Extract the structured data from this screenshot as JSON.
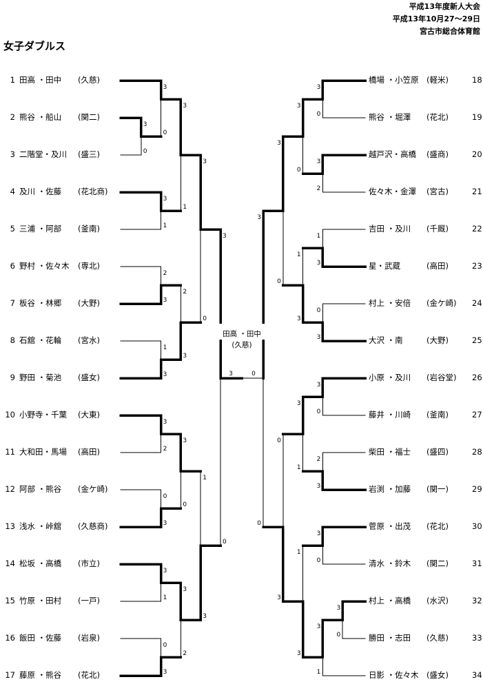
{
  "header": {
    "event": "平成13年度新人大会",
    "dates": "平成13年10月27～29日",
    "venue": "宮古市総合体育館"
  },
  "title": "女子ダブルス",
  "entries_left": [
    {
      "no": "1",
      "name": "田高 ・田中",
      "school": "(久慈)"
    },
    {
      "no": "2",
      "name": "熊谷 ・船山",
      "school": "(関二)"
    },
    {
      "no": "3",
      "name": "二階堂・及川",
      "school": "(盛三)"
    },
    {
      "no": "4",
      "name": "及川 ・佐藤",
      "school": "(花北商)"
    },
    {
      "no": "5",
      "name": "三浦 ・阿部",
      "school": "(釜南)"
    },
    {
      "no": "6",
      "name": "野村 ・佐々木",
      "school": "(専北)"
    },
    {
      "no": "7",
      "name": "板谷 ・林郷",
      "school": "(大野)"
    },
    {
      "no": "8",
      "name": "石舘 ・花輪",
      "school": "(宮水)"
    },
    {
      "no": "9",
      "name": "野田 ・菊池",
      "school": "(盛女)"
    },
    {
      "no": "10",
      "name": "小野寺・千葉",
      "school": "(大東)"
    },
    {
      "no": "11",
      "name": "大和田・馬場",
      "school": "(高田)"
    },
    {
      "no": "12",
      "name": "阿部 ・熊谷",
      "school": "(金ケ崎)"
    },
    {
      "no": "13",
      "name": "浅水 ・峠舘",
      "school": "(久慈商)"
    },
    {
      "no": "14",
      "name": "松坂 ・高橋",
      "school": "(市立)"
    },
    {
      "no": "15",
      "name": "竹原 ・田村",
      "school": "(一戸)"
    },
    {
      "no": "16",
      "name": "飯田 ・佐藤",
      "school": "(岩泉)"
    },
    {
      "no": "17",
      "name": "藤原 ・熊谷",
      "school": "(花北)"
    }
  ],
  "entries_right": [
    {
      "no": "18",
      "name": "橋場 ・小笠原",
      "school": "(軽米)"
    },
    {
      "no": "19",
      "name": "熊谷 ・堀澤",
      "school": "(花北)"
    },
    {
      "no": "20",
      "name": "越戸沢・高橋",
      "school": "(盛商)"
    },
    {
      "no": "21",
      "name": "佐々木・金澤",
      "school": "(宮古)"
    },
    {
      "no": "22",
      "name": "吉田 ・及川",
      "school": "(千厩)"
    },
    {
      "no": "23",
      "name": "星・武蔵",
      "school": "(高田)"
    },
    {
      "no": "24",
      "name": "村上 ・安倍",
      "school": "(金ケ崎)"
    },
    {
      "no": "25",
      "name": "大沢 ・南",
      "school": "(大野)"
    },
    {
      "no": "26",
      "name": "小原 ・及川",
      "school": "(岩谷堂)"
    },
    {
      "no": "27",
      "name": "藤井 ・川崎",
      "school": "(釜南)"
    },
    {
      "no": "28",
      "name": "柴田 ・福士",
      "school": "(盛四)"
    },
    {
      "no": "29",
      "name": "岩渕 ・加藤",
      "school": "(関一)"
    },
    {
      "no": "30",
      "name": "菅原 ・出茂",
      "school": "(花北)"
    },
    {
      "no": "31",
      "name": "清水 ・鈴木",
      "school": "(関二)"
    },
    {
      "no": "32",
      "name": "村上 ・高橋",
      "school": "(水沢)"
    },
    {
      "no": "33",
      "name": "勝田 ・志田",
      "school": "(久慈)"
    },
    {
      "no": "34",
      "name": "日影 ・佐々木",
      "school": "(盛女)"
    }
  ],
  "champion": {
    "name": "田高 ・田中",
    "school": "(久慈)"
  },
  "bracket": {
    "final": {
      "scores": [
        3,
        0
      ]
    },
    "left": {
      "scores": [
        3,
        0
      ],
      "children": [
        {
          "scores": [
            3,
            0
          ],
          "children": [
            {
              "scores": [
                3,
                1
              ],
              "children": [
                {
                  "scores": [
                    3,
                    0
                  ],
                  "children": [
                    {
                      "seed": 1
                    },
                    {
                      "scores": [
                        3,
                        0
                      ],
                      "children": [
                        {
                          "seed": 2
                        },
                        {
                          "seed": 3
                        }
                      ]
                    }
                  ]
                },
                {
                  "scores": [
                    3,
                    1
                  ],
                  "children": [
                    {
                      "seed": 4
                    },
                    {
                      "seed": 5
                    }
                  ]
                }
              ]
            },
            {
              "scores": [
                2,
                3
              ],
              "children": [
                {
                  "scores": [
                    2,
                    3
                  ],
                  "children": [
                    {
                      "seed": 6
                    },
                    {
                      "seed": 7
                    }
                  ]
                },
                {
                  "scores": [
                    1,
                    3
                  ],
                  "children": [
                    {
                      "seed": 8
                    },
                    {
                      "seed": 9
                    }
                  ]
                }
              ]
            }
          ]
        },
        {
          "scores": [
            1,
            3
          ],
          "children": [
            {
              "scores": [
                3,
                0
              ],
              "children": [
                {
                  "scores": [
                    3,
                    2
                  ],
                  "children": [
                    {
                      "seed": 10
                    },
                    {
                      "seed": 11
                    }
                  ]
                },
                {
                  "scores": [
                    0,
                    3
                  ],
                  "children": [
                    {
                      "seed": 12
                    },
                    {
                      "seed": 13
                    }
                  ]
                }
              ]
            },
            {
              "scores": [
                3,
                2
              ],
              "children": [
                {
                  "scores": [
                    3,
                    1
                  ],
                  "children": [
                    {
                      "seed": 14
                    },
                    {
                      "seed": 15
                    }
                  ]
                },
                {
                  "scores": [
                    0,
                    3
                  ],
                  "children": [
                    {
                      "seed": 16
                    },
                    {
                      "seed": 17
                    }
                  ]
                }
              ]
            }
          ]
        }
      ]
    },
    "right": {
      "scores": [
        3,
        0
      ],
      "children": [
        {
          "scores": [
            3,
            0
          ],
          "children": [
            {
              "scores": [
                3,
                0
              ],
              "children": [
                {
                  "scores": [
                    3,
                    0
                  ],
                  "children": [
                    {
                      "seed": 18
                    },
                    {
                      "seed": 19
                    }
                  ]
                },
                {
                  "scores": [
                    3,
                    2
                  ],
                  "children": [
                    {
                      "seed": 20
                    },
                    {
                      "seed": 21
                    }
                  ]
                }
              ]
            },
            {
              "scores": [
                1,
                3
              ],
              "children": [
                {
                  "scores": [
                    1,
                    3
                  ],
                  "children": [
                    {
                      "seed": 22
                    },
                    {
                      "seed": 23
                    }
                  ]
                },
                {
                  "scores": [
                    0,
                    3
                  ],
                  "children": [
                    {
                      "seed": 24
                    },
                    {
                      "seed": 25
                    }
                  ]
                }
              ]
            }
          ]
        },
        {
          "scores": [
            0,
            3
          ],
          "children": [
            {
              "scores": [
                3,
                1
              ],
              "children": [
                {
                  "scores": [
                    3,
                    0
                  ],
                  "children": [
                    {
                      "seed": 26
                    },
                    {
                      "seed": 27
                    }
                  ]
                },
                {
                  "scores": [
                    2,
                    3
                  ],
                  "children": [
                    {
                      "seed": 28
                    },
                    {
                      "seed": 29
                    }
                  ]
                }
              ]
            },
            {
              "scores": [
                1,
                3
              ],
              "children": [
                {
                  "scores": [
                    3,
                    0
                  ],
                  "children": [
                    {
                      "seed": 30
                    },
                    {
                      "seed": 31
                    }
                  ]
                },
                {
                  "scores": [
                    3,
                    1
                  ],
                  "children": [
                    {
                      "scores": [
                        3,
                        0
                      ],
                      "children": [
                        {
                          "seed": 32
                        },
                        {
                          "seed": 33
                        }
                      ]
                    },
                    {
                      "seed": 34
                    }
                  ]
                }
              ]
            }
          ]
        }
      ]
    }
  }
}
